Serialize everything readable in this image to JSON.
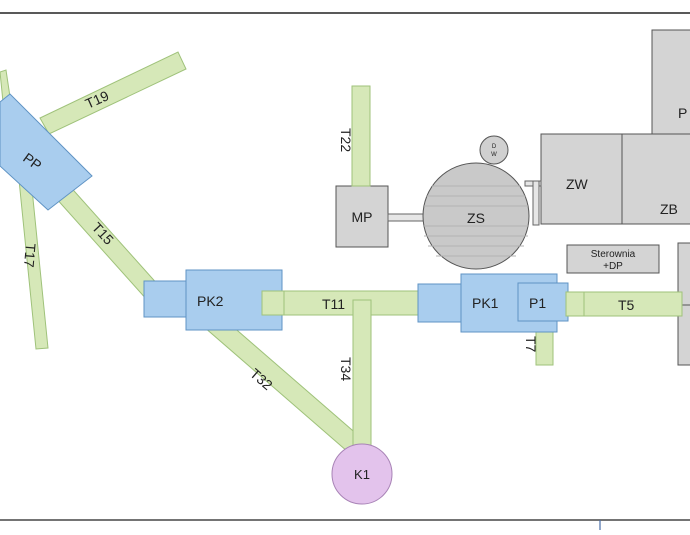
{
  "colors": {
    "conveyor_fill": "#d6e8b8",
    "conveyor_stroke": "#9fc27a",
    "transfer_fill": "#a9cdee",
    "transfer_stroke": "#5f93c4",
    "building_fill": "#d4d4d4",
    "building_stroke": "#555555",
    "silo_fill": "#c9c9c9",
    "circle_purple_fill": "#e3c3ec",
    "circle_purple_stroke": "#a883b6",
    "border": "#222222"
  },
  "conveyors": {
    "T19": "T19",
    "T15": "T15",
    "T17": "T17",
    "T22": "T22",
    "T11": "T11",
    "T34": "T34",
    "T32": "T32",
    "T5": "T5",
    "T7": "T7"
  },
  "transfer_points": {
    "PP": "PP",
    "PK2": "PK2",
    "PK1": "PK1",
    "P1": "P1"
  },
  "buildings": {
    "MP": "MP",
    "ZW": "ZW",
    "ZB": "ZB",
    "P_partial": "P",
    "control_room_line1": "Sterownia",
    "control_room_line2": "+DP"
  },
  "round_objects": {
    "ZS": "ZS",
    "K1": "K1",
    "small_circle": "D\nW"
  }
}
